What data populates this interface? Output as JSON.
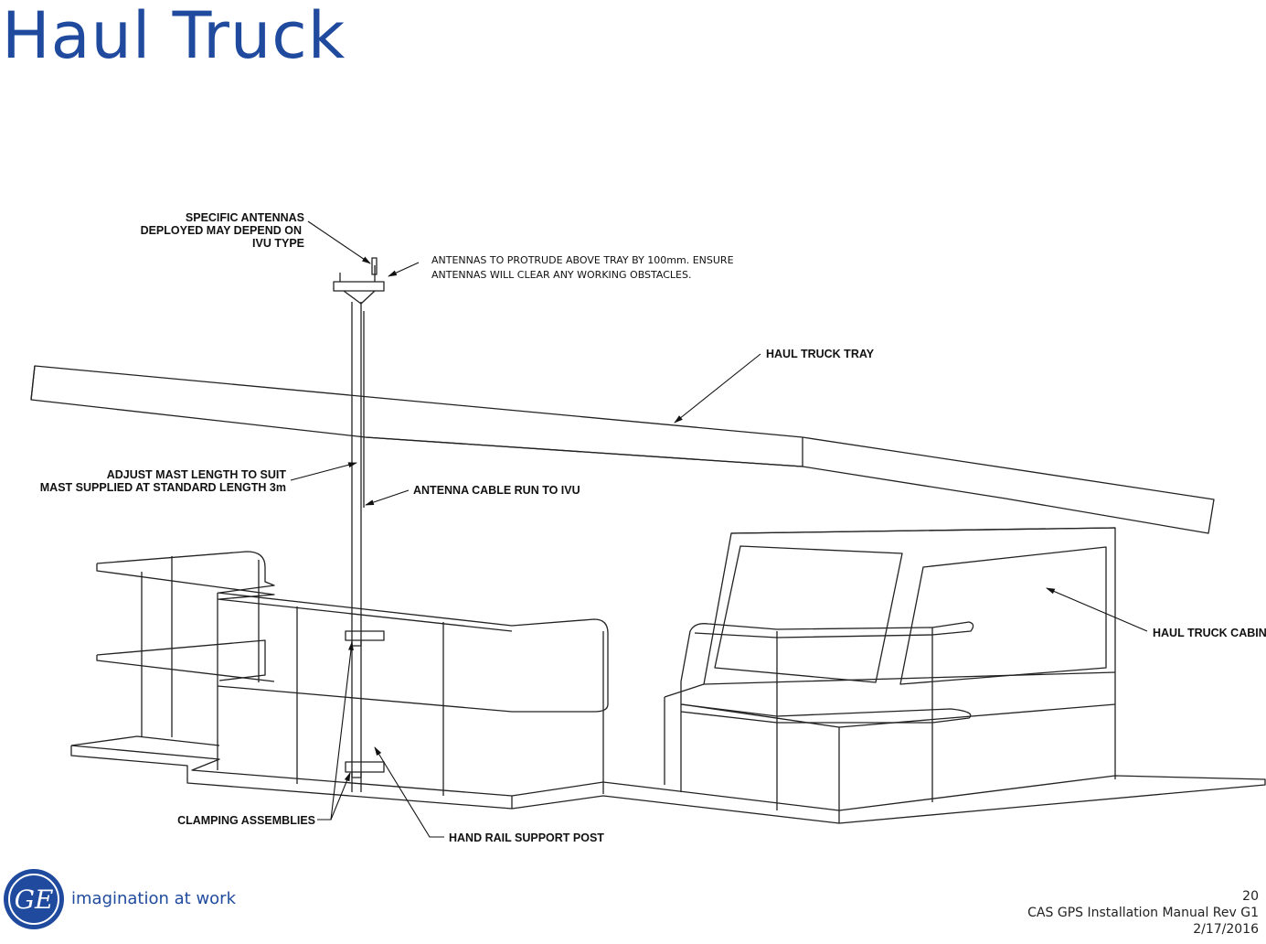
{
  "page": {
    "title": "Haul Truck",
    "page_number": "20",
    "doc_title": "CAS GPS Installation Manual Rev G1",
    "date": "2/17/2016"
  },
  "brand": {
    "logo_text": "GE",
    "tagline": "imagination at work",
    "color": "#1f4a9e"
  },
  "diagram": {
    "labels": {
      "specific_antennas_1": "SPECIFIC ANTENNAS",
      "specific_antennas_2": "DEPLOYED MAY DEPEND ON",
      "specific_antennas_3": "IVU TYPE",
      "note_1": "ANTENNAS TO PROTRUDE ABOVE TRAY BY 100mm. ENSURE",
      "note_2": "ANTENNAS WILL CLEAR ANY WORKING OBSTACLES.",
      "tray": "HAUL TRUCK TRAY",
      "adjust_mast_1": "ADJUST MAST LENGTH TO SUIT",
      "adjust_mast_2": "MAST SUPPLIED AT STANDARD LENGTH 3m",
      "cable_run": "ANTENNA CABLE RUN TO IVU",
      "cabin": "HAUL TRUCK CABIN",
      "clamping": "CLAMPING ASSEMBLIES",
      "hand_rail": "HAND RAIL SUPPORT POST"
    }
  }
}
